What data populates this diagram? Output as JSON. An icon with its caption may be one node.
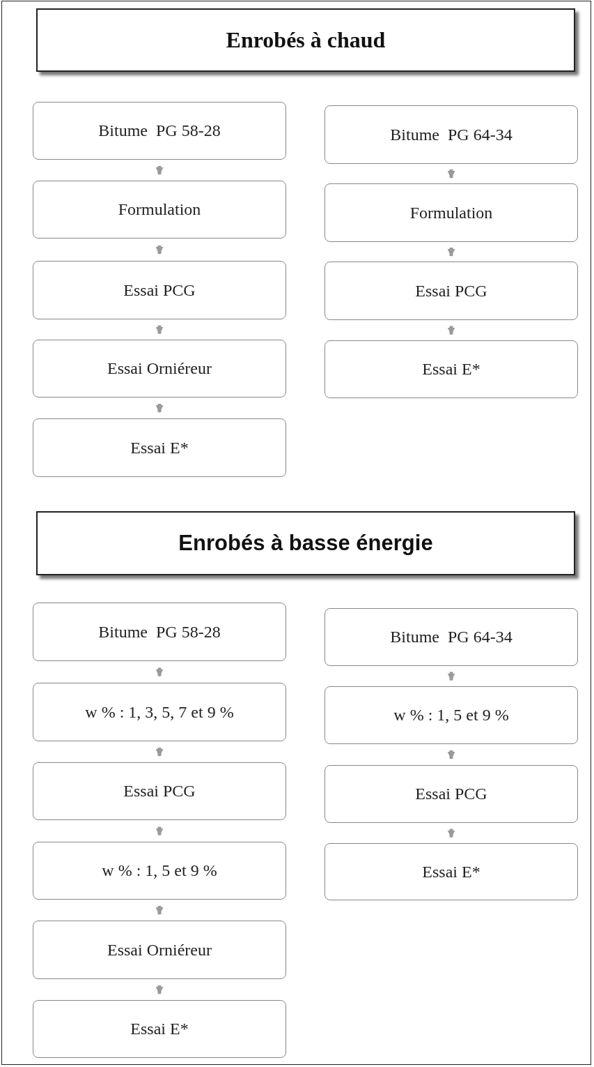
{
  "diagram": {
    "nodes": [
      {
        "text": [
          "Enrobés à chaud"
        ]
      },
      {
        "text": [
          "Bitume  PG 58-28"
        ]
      },
      {
        "text": [
          "Formulation"
        ]
      },
      {
        "text": [
          "Essai PCG"
        ]
      },
      {
        "text": [
          "Essai Orniéreur"
        ]
      },
      {
        "text": [
          "Essai E*"
        ]
      },
      {
        "text": [
          "Bitume  PG 64-34"
        ]
      },
      {
        "text": [
          "Formulation"
        ]
      },
      {
        "text": [
          "Essai PCG"
        ]
      },
      {
        "text": [
          "Essai E*"
        ]
      },
      {
        "text": [
          "Enrobés à basse énergie"
        ]
      },
      {
        "text": [
          "Bitume  PG 58-28"
        ]
      },
      {
        "text": [
          "w % : 1, 3, 5, 7 et 9 %"
        ]
      },
      {
        "text": [
          "Essai PCG"
        ]
      },
      {
        "text": [
          "w % : 1, 5 et 9 %"
        ]
      },
      {
        "text": [
          "Essai Orniéreur"
        ]
      },
      {
        "text": [
          "Essai E*"
        ]
      },
      {
        "text": [
          "Bitume  PG 64-34"
        ]
      },
      {
        "text": [
          "w % : 1, 5 et 9 %"
        ]
      },
      {
        "text": [
          "Essai PCG"
        ]
      },
      {
        "text": [
          "Essai E*"
        ]
      }
    ],
    "edges": [
      {
        "from": 1,
        "to": 2,
        "arrow": "to"
      },
      {
        "from": 2,
        "to": 3,
        "arrow": "to"
      },
      {
        "from": 3,
        "to": 4,
        "arrow": "to"
      },
      {
        "from": 4,
        "to": 5,
        "arrow": "to"
      },
      {
        "from": 6,
        "to": 7,
        "arrow": "to"
      },
      {
        "from": 7,
        "to": 8,
        "arrow": "to"
      },
      {
        "from": 8,
        "to": 9,
        "arrow": "to"
      },
      {
        "from": 11,
        "to": 12,
        "arrow": "to"
      },
      {
        "from": 12,
        "to": 13,
        "arrow": "to"
      },
      {
        "from": 13,
        "to": 14,
        "arrow": "to"
      },
      {
        "from": 14,
        "to": 15,
        "arrow": "to"
      },
      {
        "from": 15,
        "to": 16,
        "arrow": "to"
      },
      {
        "from": 17,
        "to": 18,
        "arrow": "to"
      },
      {
        "from": 18,
        "to": 19,
        "arrow": "to"
      },
      {
        "from": 19,
        "to": 20,
        "arrow": "to"
      }
    ]
  }
}
